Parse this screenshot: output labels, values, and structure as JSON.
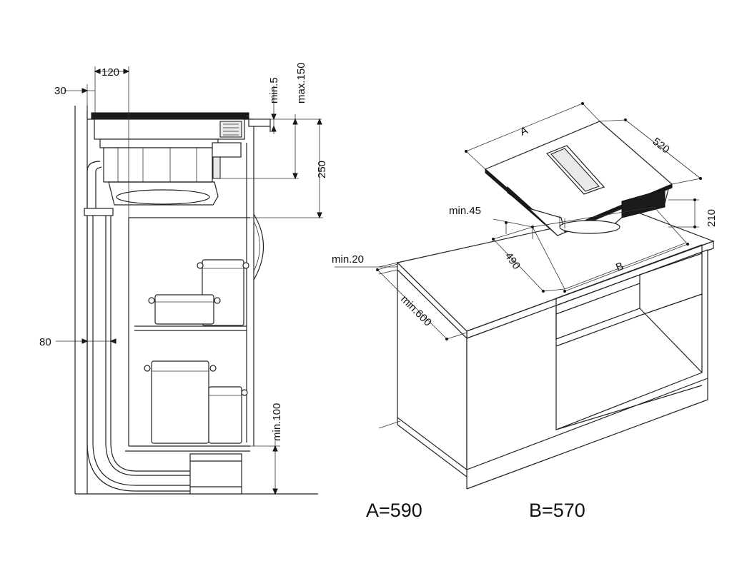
{
  "dimensions": {
    "side": {
      "d30": "30",
      "d120": "120",
      "min5": "min.5",
      "max150": "max.150",
      "d250": "250",
      "d80": "80",
      "min100": "min.100"
    },
    "perspective": {
      "a": "A",
      "d520": "520",
      "d210": "210",
      "min45": "min.45",
      "d490": "490",
      "b": "B",
      "min20": "min.20",
      "min600": "min.600"
    }
  },
  "legend": {
    "a_value": "A=590",
    "b_value": "B=570"
  }
}
